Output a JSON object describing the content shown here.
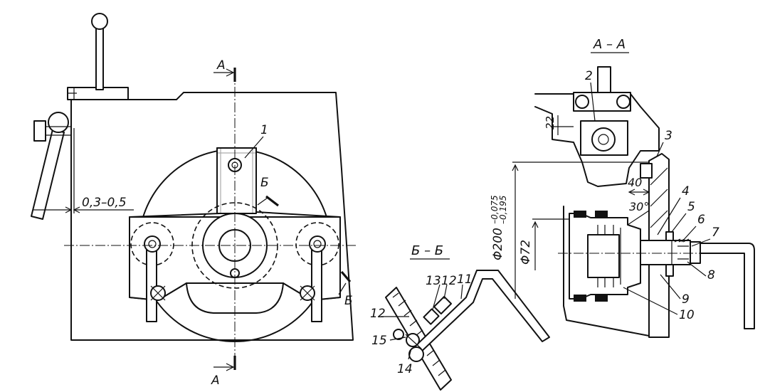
{
  "main_view": {
    "cut_label_top": "А",
    "cut_label_bottom": "А",
    "cut_label_side": "Б",
    "cut_label_small": "Б",
    "gap_dimension": "0,3–0,5",
    "callout_1": "1"
  },
  "section_aa": {
    "title": "А – А",
    "dim_22": "22",
    "dim_40": "40",
    "angle_30": "30°",
    "dia_200": "Φ200",
    "dia_200_tol_upper": "–0,075",
    "dia_200_tol_lower": "–0,195",
    "dia_72": "Φ72",
    "callouts": [
      "2",
      "3",
      "4",
      "5",
      "6",
      "7",
      "8",
      "9",
      "10"
    ]
  },
  "section_bb": {
    "title": "Б – Б",
    "callouts": [
      "11",
      "12",
      "13",
      "12",
      "14",
      "15"
    ]
  }
}
